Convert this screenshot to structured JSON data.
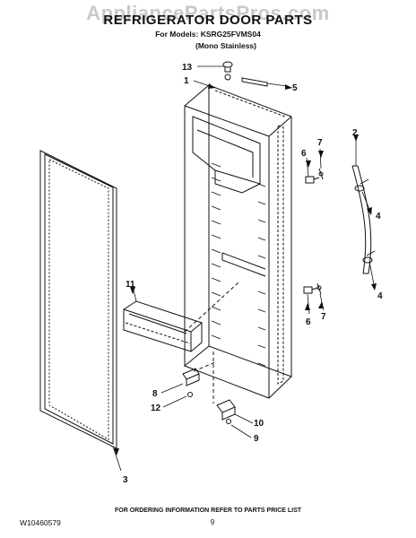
{
  "header": {
    "watermark": "AppliancePartsPros.com",
    "title": "REFRIGERATOR DOOR PARTS",
    "models_line": "For Models: KSRG25FVMS04",
    "finish": "(Mono Stainless)"
  },
  "callouts": [
    "1",
    "2",
    "3",
    "4",
    "4",
    "5",
    "6",
    "6",
    "7",
    "7",
    "8",
    "9",
    "10",
    "11",
    "12",
    "13"
  ],
  "footer": {
    "doc_number": "W10460579",
    "ordering_info": "FOR ORDERING INFORMATION REFER TO PARTS PRICE LIST",
    "page": "9"
  }
}
